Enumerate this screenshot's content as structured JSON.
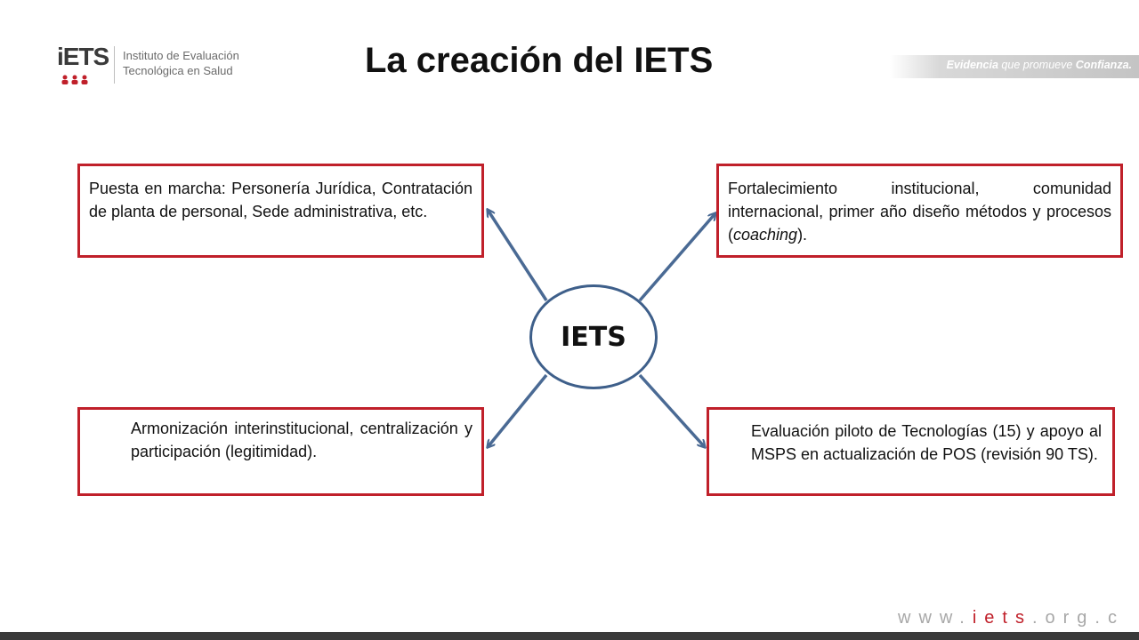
{
  "logo": {
    "mark_text": "iETS",
    "name_line1": "Instituto de Evaluación",
    "name_line2": "Tecnológica en Salud"
  },
  "slide": {
    "title": "La creación del IETS",
    "tagline_prefix": "Evidencia",
    "tagline_middle": " que promueve ",
    "tagline_suffix": "Confianza."
  },
  "diagram": {
    "center": "IETS",
    "top_left": "Puesta en marcha: Personería Jurídica, Contratación de planta de personal, Sede administrativa, etc.",
    "top_right_before": "Fortalecimiento institucional, comunidad internacional, primer año diseño métodos y procesos (",
    "top_right_italic": "coaching",
    "top_right_after": ").",
    "bottom_left": "Armonización interinstitucional, centralización y participación (legitimidad).",
    "bottom_right": "Evaluación piloto de Tecnologías (15) y apoyo al MSPS en actualización de POS (revisión 90 TS)."
  },
  "footer": {
    "url_prefix": "www.",
    "url_accent": "iets",
    "url_suffix": ".org.c"
  },
  "colors": {
    "box_border": "#c0202a",
    "ellipse_border": "#3e5f8a",
    "arrow": "#4a6a94",
    "accent_red": "#c0202a"
  }
}
